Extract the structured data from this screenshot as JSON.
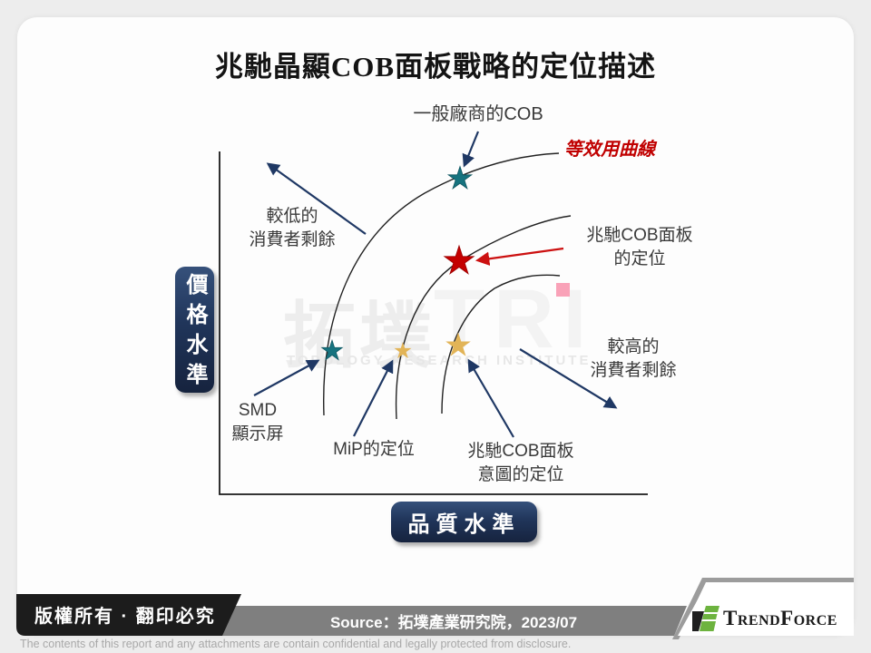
{
  "title": "兆馳晶顯COB面板戰略的定位描述",
  "diagram": {
    "y_axis_label": "價格水準",
    "x_axis_label": "品質水準",
    "iso_utility_label": "等效用曲線",
    "labels": {
      "generic_cob": "一般廠商的COB",
      "lower_surplus": [
        "較低的",
        "消費者剩餘"
      ],
      "tcl_position": [
        "兆馳COB面板",
        "的定位"
      ],
      "higher_surplus": [
        "較高的",
        "消費者剩餘"
      ],
      "smd": [
        "SMD",
        "顯示屏"
      ],
      "mip": "MiP的定位",
      "tcl_intended": [
        "兆馳COB面板",
        "意圖的定位"
      ]
    },
    "markers": [
      {
        "name": "generic-cob-star",
        "shape": "star",
        "color": "#16737F"
      },
      {
        "name": "tcl-current-star",
        "shape": "star",
        "color": "#C00000"
      },
      {
        "name": "smd-star",
        "shape": "star",
        "color": "#16737F"
      },
      {
        "name": "mip-star",
        "shape": "star",
        "color": "#E2B457"
      },
      {
        "name": "tcl-intended-star",
        "shape": "star",
        "color": "#E2B457"
      },
      {
        "name": "pink-square",
        "shape": "square",
        "color": "#F9A2B8"
      }
    ],
    "indifference_curve_count": 3
  },
  "watermark": {
    "cjk": "拓墣",
    "latin": "TRI",
    "subtitle": "TOPOLOGY RESEARCH INSTITUTE"
  },
  "footer": {
    "copyright": "版權所有 · 翻印必究",
    "source": "Source：拓墣產業研究院，2023/07",
    "brand": "TrendForce",
    "disclaimer": "The contents of this report and any attachments are contain confidential and legally protected from disclosure."
  },
  "colors": {
    "arrow_navy": "#1F3864",
    "box_navy": "#20355A",
    "red": "#C00000",
    "teal": "#16737F",
    "gold": "#E2B457",
    "pink": "#F9A2B8",
    "gray_bar": "#7F7F7F"
  }
}
